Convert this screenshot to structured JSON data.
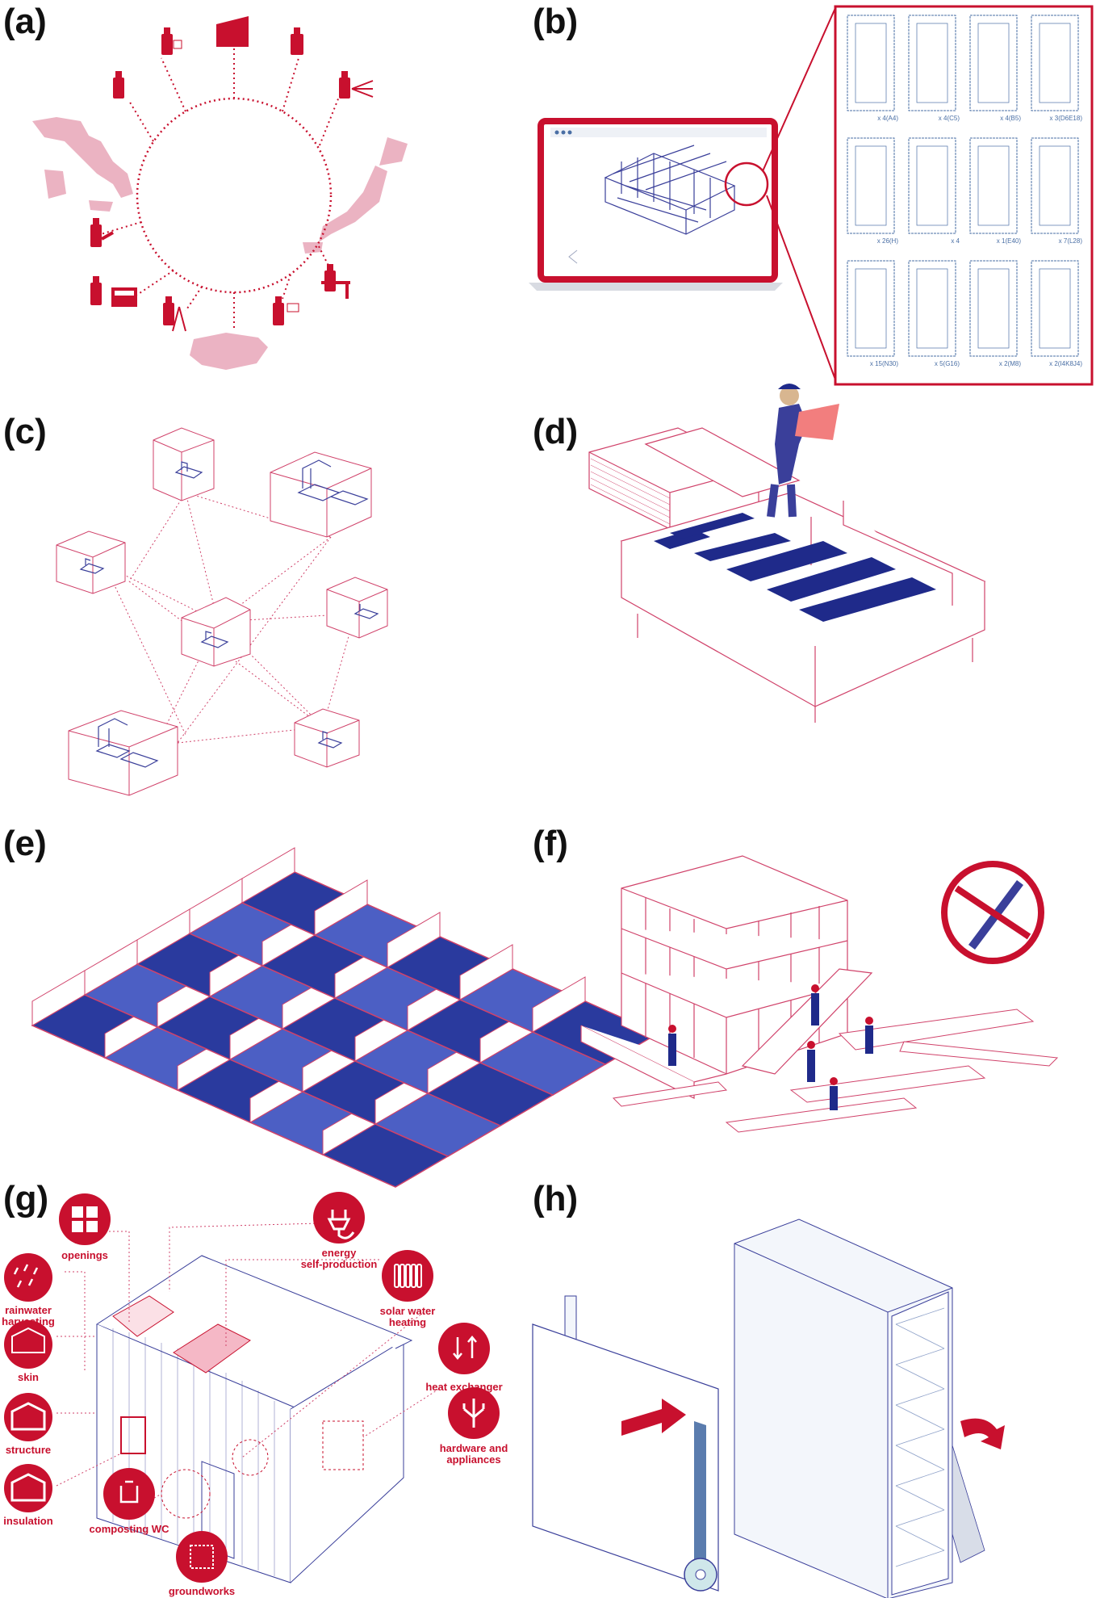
{
  "panels": {
    "a": {
      "label": "(a)"
    },
    "b": {
      "label": "(b)",
      "parts": [
        "x 4(A4)",
        "x 4(C5)",
        "x 4(B5)",
        "x 3(D6E18)",
        "x 26(H)",
        "x 4",
        "x 1(E40)",
        "x 7(L28)",
        "x 15(N30)",
        "x 5(G16)",
        "x 2(M8)",
        "x 2(I4K8J4)"
      ]
    },
    "c": {
      "label": "(c)"
    },
    "d": {
      "label": "(d)"
    },
    "e": {
      "label": "(e)"
    },
    "f": {
      "label": "(f)"
    },
    "g": {
      "label": "(g)",
      "items": {
        "openings": "openings",
        "energy1": "energy",
        "energy2": "self-production",
        "rain1": "rainwater",
        "rain2": "harvesting",
        "solar1": "solar water",
        "solar2": "heating",
        "skin": "skin",
        "heat": "heat exchanger",
        "structure": "structure",
        "hw1": "hardware and",
        "hw2": "appliances",
        "insulation": "insulation",
        "wc": "composting WC",
        "ground": "groundworks"
      }
    },
    "h": {
      "label": "(h)"
    }
  },
  "colors": {
    "accent": "#c8102e",
    "blue": "#1f2a8a",
    "pink": "#e8a6b8",
    "line": "#d0426a"
  }
}
